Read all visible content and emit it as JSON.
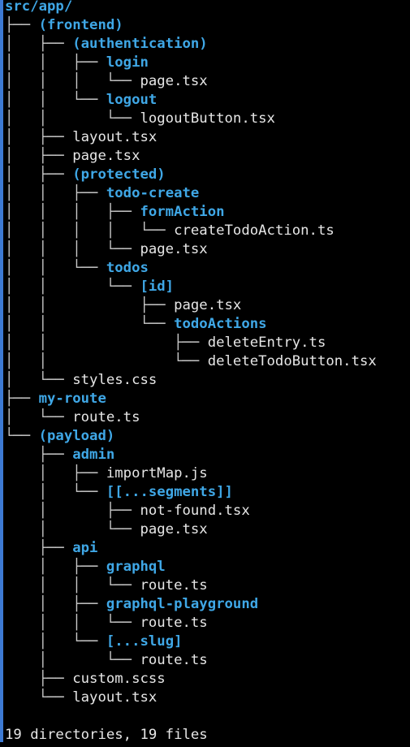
{
  "terminal": {
    "colors": {
      "background": "#000000",
      "directory": "#3fa7e6",
      "file": "#e6e6e6",
      "left_border": "#3d7ad3"
    },
    "lines": [
      {
        "prefix": "",
        "name": "src/app/",
        "kind": "dir"
      },
      {
        "prefix": "├── ",
        "name": "(frontend)",
        "kind": "dir"
      },
      {
        "prefix": "│   ├── ",
        "name": "(authentication)",
        "kind": "dir"
      },
      {
        "prefix": "│   │   ├── ",
        "name": "login",
        "kind": "dir"
      },
      {
        "prefix": "│   │   │   └── ",
        "name": "page.tsx",
        "kind": "file"
      },
      {
        "prefix": "│   │   └── ",
        "name": "logout",
        "kind": "dir"
      },
      {
        "prefix": "│   │       └── ",
        "name": "logoutButton.tsx",
        "kind": "file"
      },
      {
        "prefix": "│   ├── ",
        "name": "layout.tsx",
        "kind": "file"
      },
      {
        "prefix": "│   ├── ",
        "name": "page.tsx",
        "kind": "file"
      },
      {
        "prefix": "│   ├── ",
        "name": "(protected)",
        "kind": "dir"
      },
      {
        "prefix": "│   │   ├── ",
        "name": "todo-create",
        "kind": "dir"
      },
      {
        "prefix": "│   │   │   ├── ",
        "name": "formAction",
        "kind": "dir"
      },
      {
        "prefix": "│   │   │   │   └── ",
        "name": "createTodoAction.ts",
        "kind": "file"
      },
      {
        "prefix": "│   │   │   └── ",
        "name": "page.tsx",
        "kind": "file"
      },
      {
        "prefix": "│   │   └── ",
        "name": "todos",
        "kind": "dir"
      },
      {
        "prefix": "│   │       └── ",
        "name": "[id]",
        "kind": "dir"
      },
      {
        "prefix": "│   │           ├── ",
        "name": "page.tsx",
        "kind": "file"
      },
      {
        "prefix": "│   │           └── ",
        "name": "todoActions",
        "kind": "dir"
      },
      {
        "prefix": "│   │               ├── ",
        "name": "deleteEntry.ts",
        "kind": "file"
      },
      {
        "prefix": "│   │               └── ",
        "name": "deleteTodoButton.tsx",
        "kind": "file"
      },
      {
        "prefix": "│   └── ",
        "name": "styles.css",
        "kind": "file"
      },
      {
        "prefix": "├── ",
        "name": "my-route",
        "kind": "dir"
      },
      {
        "prefix": "│   └── ",
        "name": "route.ts",
        "kind": "file"
      },
      {
        "prefix": "└── ",
        "name": "(payload)",
        "kind": "dir"
      },
      {
        "prefix": "    ├── ",
        "name": "admin",
        "kind": "dir"
      },
      {
        "prefix": "    │   ├── ",
        "name": "importMap.js",
        "kind": "file"
      },
      {
        "prefix": "    │   └── ",
        "name": "[[...segments]]",
        "kind": "dir"
      },
      {
        "prefix": "    │       ├── ",
        "name": "not-found.tsx",
        "kind": "file"
      },
      {
        "prefix": "    │       └── ",
        "name": "page.tsx",
        "kind": "file"
      },
      {
        "prefix": "    ├── ",
        "name": "api",
        "kind": "dir"
      },
      {
        "prefix": "    │   ├── ",
        "name": "graphql",
        "kind": "dir"
      },
      {
        "prefix": "    │   │   └── ",
        "name": "route.ts",
        "kind": "file"
      },
      {
        "prefix": "    │   ├── ",
        "name": "graphql-playground",
        "kind": "dir"
      },
      {
        "prefix": "    │   │   └── ",
        "name": "route.ts",
        "kind": "file"
      },
      {
        "prefix": "    │   └── ",
        "name": "[...slug]",
        "kind": "dir"
      },
      {
        "prefix": "    │       └── ",
        "name": "route.ts",
        "kind": "file"
      },
      {
        "prefix": "    ├── ",
        "name": "custom.scss",
        "kind": "file"
      },
      {
        "prefix": "    └── ",
        "name": "layout.tsx",
        "kind": "file"
      }
    ],
    "summary": "19 directories, 19 files"
  }
}
